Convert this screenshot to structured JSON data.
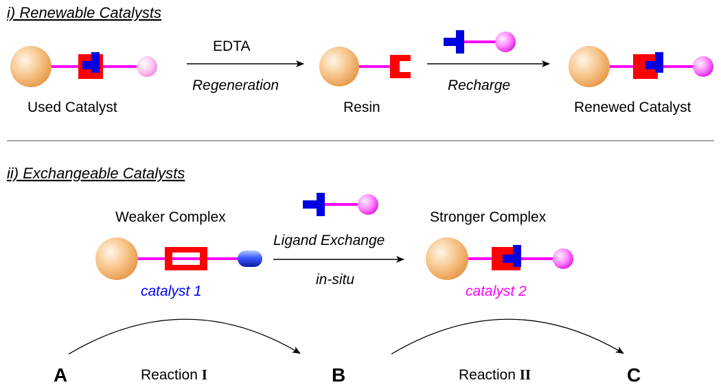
{
  "section1": {
    "title": "i) Renewable Catalysts",
    "used_label": "Used Catalyst",
    "resin_label": "Resin",
    "renewed_label": "Renewed Catalyst",
    "arrow1_top": "EDTA",
    "arrow1_bottom": "Regeneration",
    "arrow2_bottom": "Recharge"
  },
  "section2": {
    "title": "ii) Exchangeable Catalysts",
    "weaker_label": "Weaker Complex",
    "stronger_label": "Stronger Complex",
    "catalyst1": "catalyst 1",
    "catalyst2": "catalyst 2",
    "arrow_top": "Ligand Exchange",
    "arrow_bottom": "in-situ",
    "compounds": [
      "A",
      "B",
      "C"
    ],
    "reaction1_text": "Reaction ",
    "reaction1_num": "I",
    "reaction2_text": "Reaction ",
    "reaction2_num": "II"
  },
  "colors": {
    "bead": "#f5b26b",
    "linker": "#ff00ff",
    "chelator": "#ff0000",
    "ligand": "#0000e0",
    "tag_ball": "#ff66ff",
    "catalyst1_text": "#0000ff",
    "catalyst2_text": "#ff00ff"
  }
}
